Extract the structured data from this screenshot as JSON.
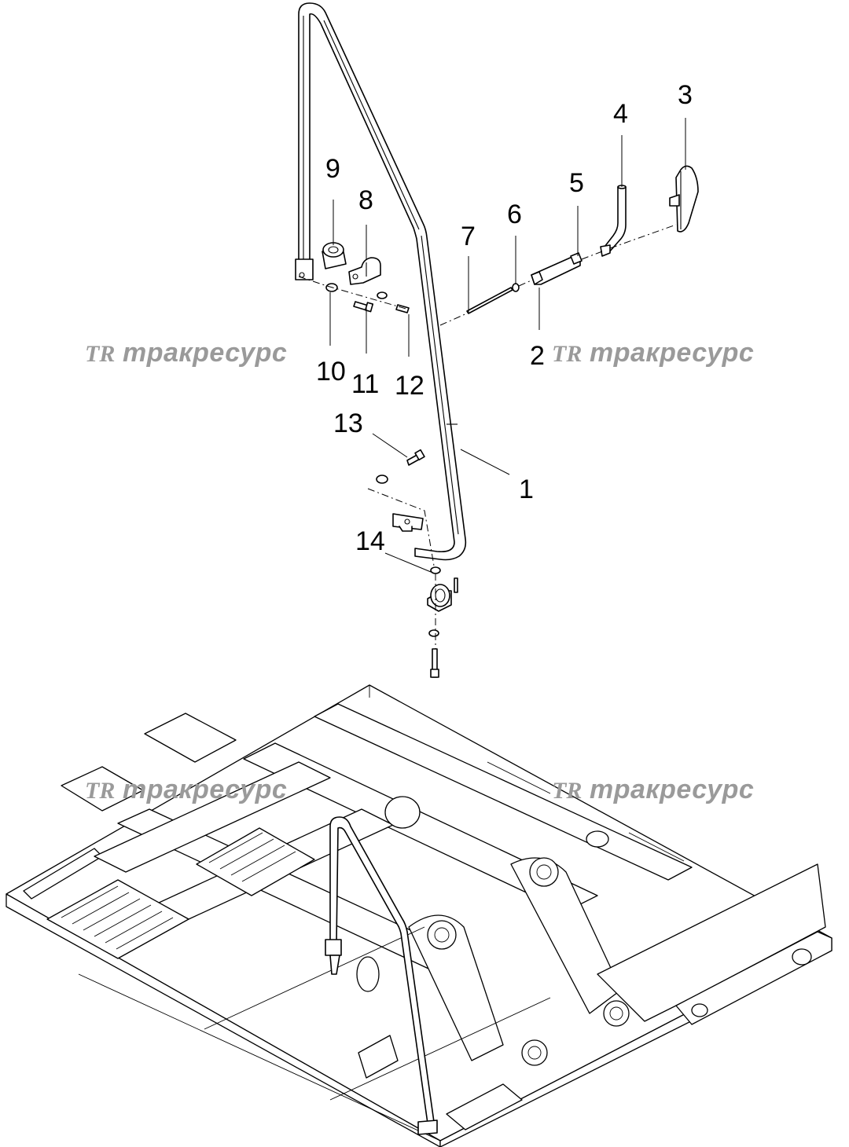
{
  "callouts": {
    "c1": "1",
    "c2": "2",
    "c3": "3",
    "c4": "4",
    "c5": "5",
    "c6": "6",
    "c7": "7",
    "c8": "8",
    "c9": "9",
    "c10": "10",
    "c11": "11",
    "c12": "12",
    "c13": "13",
    "c14": "14"
  },
  "watermark": {
    "logo": "TR",
    "text": "тракресурс",
    "color": "#9a9a9a"
  }
}
